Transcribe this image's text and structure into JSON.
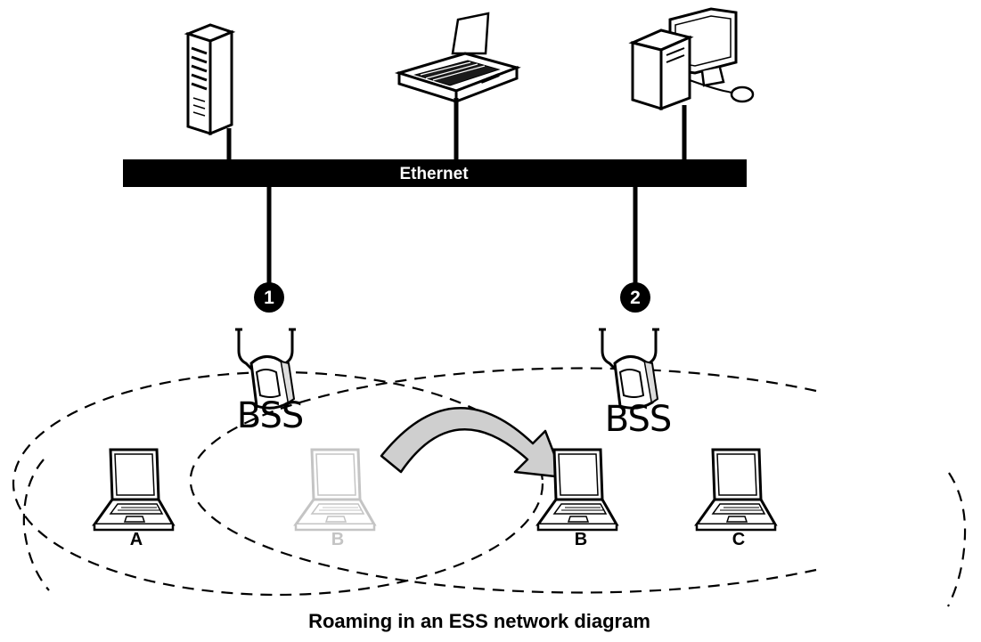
{
  "diagram": {
    "backbone_label": "Ethernet",
    "access_points": [
      {
        "badge": "1",
        "label": "BSS"
      },
      {
        "badge": "2",
        "label": "BSS"
      }
    ],
    "laptops": [
      {
        "label": "A",
        "state": "active"
      },
      {
        "label": "B",
        "state": "previous-position"
      },
      {
        "label": "B",
        "state": "active"
      },
      {
        "label": "C",
        "state": "active"
      }
    ],
    "caption": "Roaming in an ESS network diagram",
    "colors": {
      "line": "#000000",
      "faded": "#c4c4c4",
      "roam_arrow_fill": "#cfcfcf",
      "background": "#ffffff"
    }
  }
}
